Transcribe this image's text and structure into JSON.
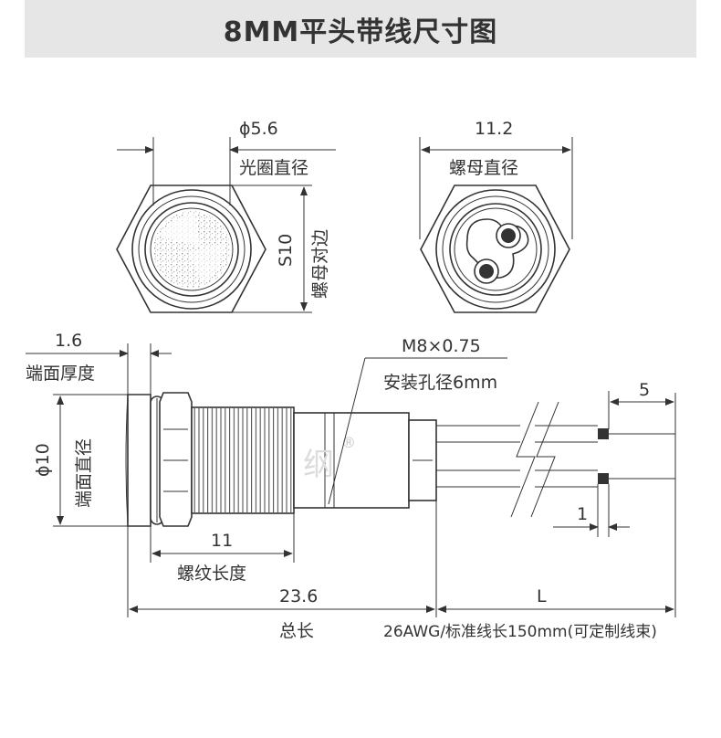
{
  "title": "8MM平头带线尺寸图",
  "watermark": "纲",
  "watermark_symbol": "®",
  "colors": {
    "line": "#333333",
    "title_bg": "#e6e6e6",
    "watermark": "#dcdcdc"
  },
  "top_left_view": {
    "dim_value": "ϕ5.6",
    "dim_label": "光圈直径",
    "side_value": "S10",
    "side_label": "螺母对边"
  },
  "top_right_view": {
    "dim_value": "11.2",
    "dim_label": "螺母直径"
  },
  "side_view": {
    "end_thickness_value": "1.6",
    "end_thickness_label": "端面厚度",
    "end_diameter_value": "ϕ10",
    "end_diameter_label": "端面直径",
    "thread_spec": "M8×0.75",
    "hole_label": "安装孔径6mm",
    "thread_length_value": "11",
    "thread_length_label": "螺纹长度",
    "total_length_value": "23.6",
    "total_length_label": "总长",
    "wire_length_value": "L",
    "wire_length_label": "26AWG/标准线长150mm(可定制线束)",
    "strip_length_value": "5",
    "tin_length_value": "1"
  }
}
